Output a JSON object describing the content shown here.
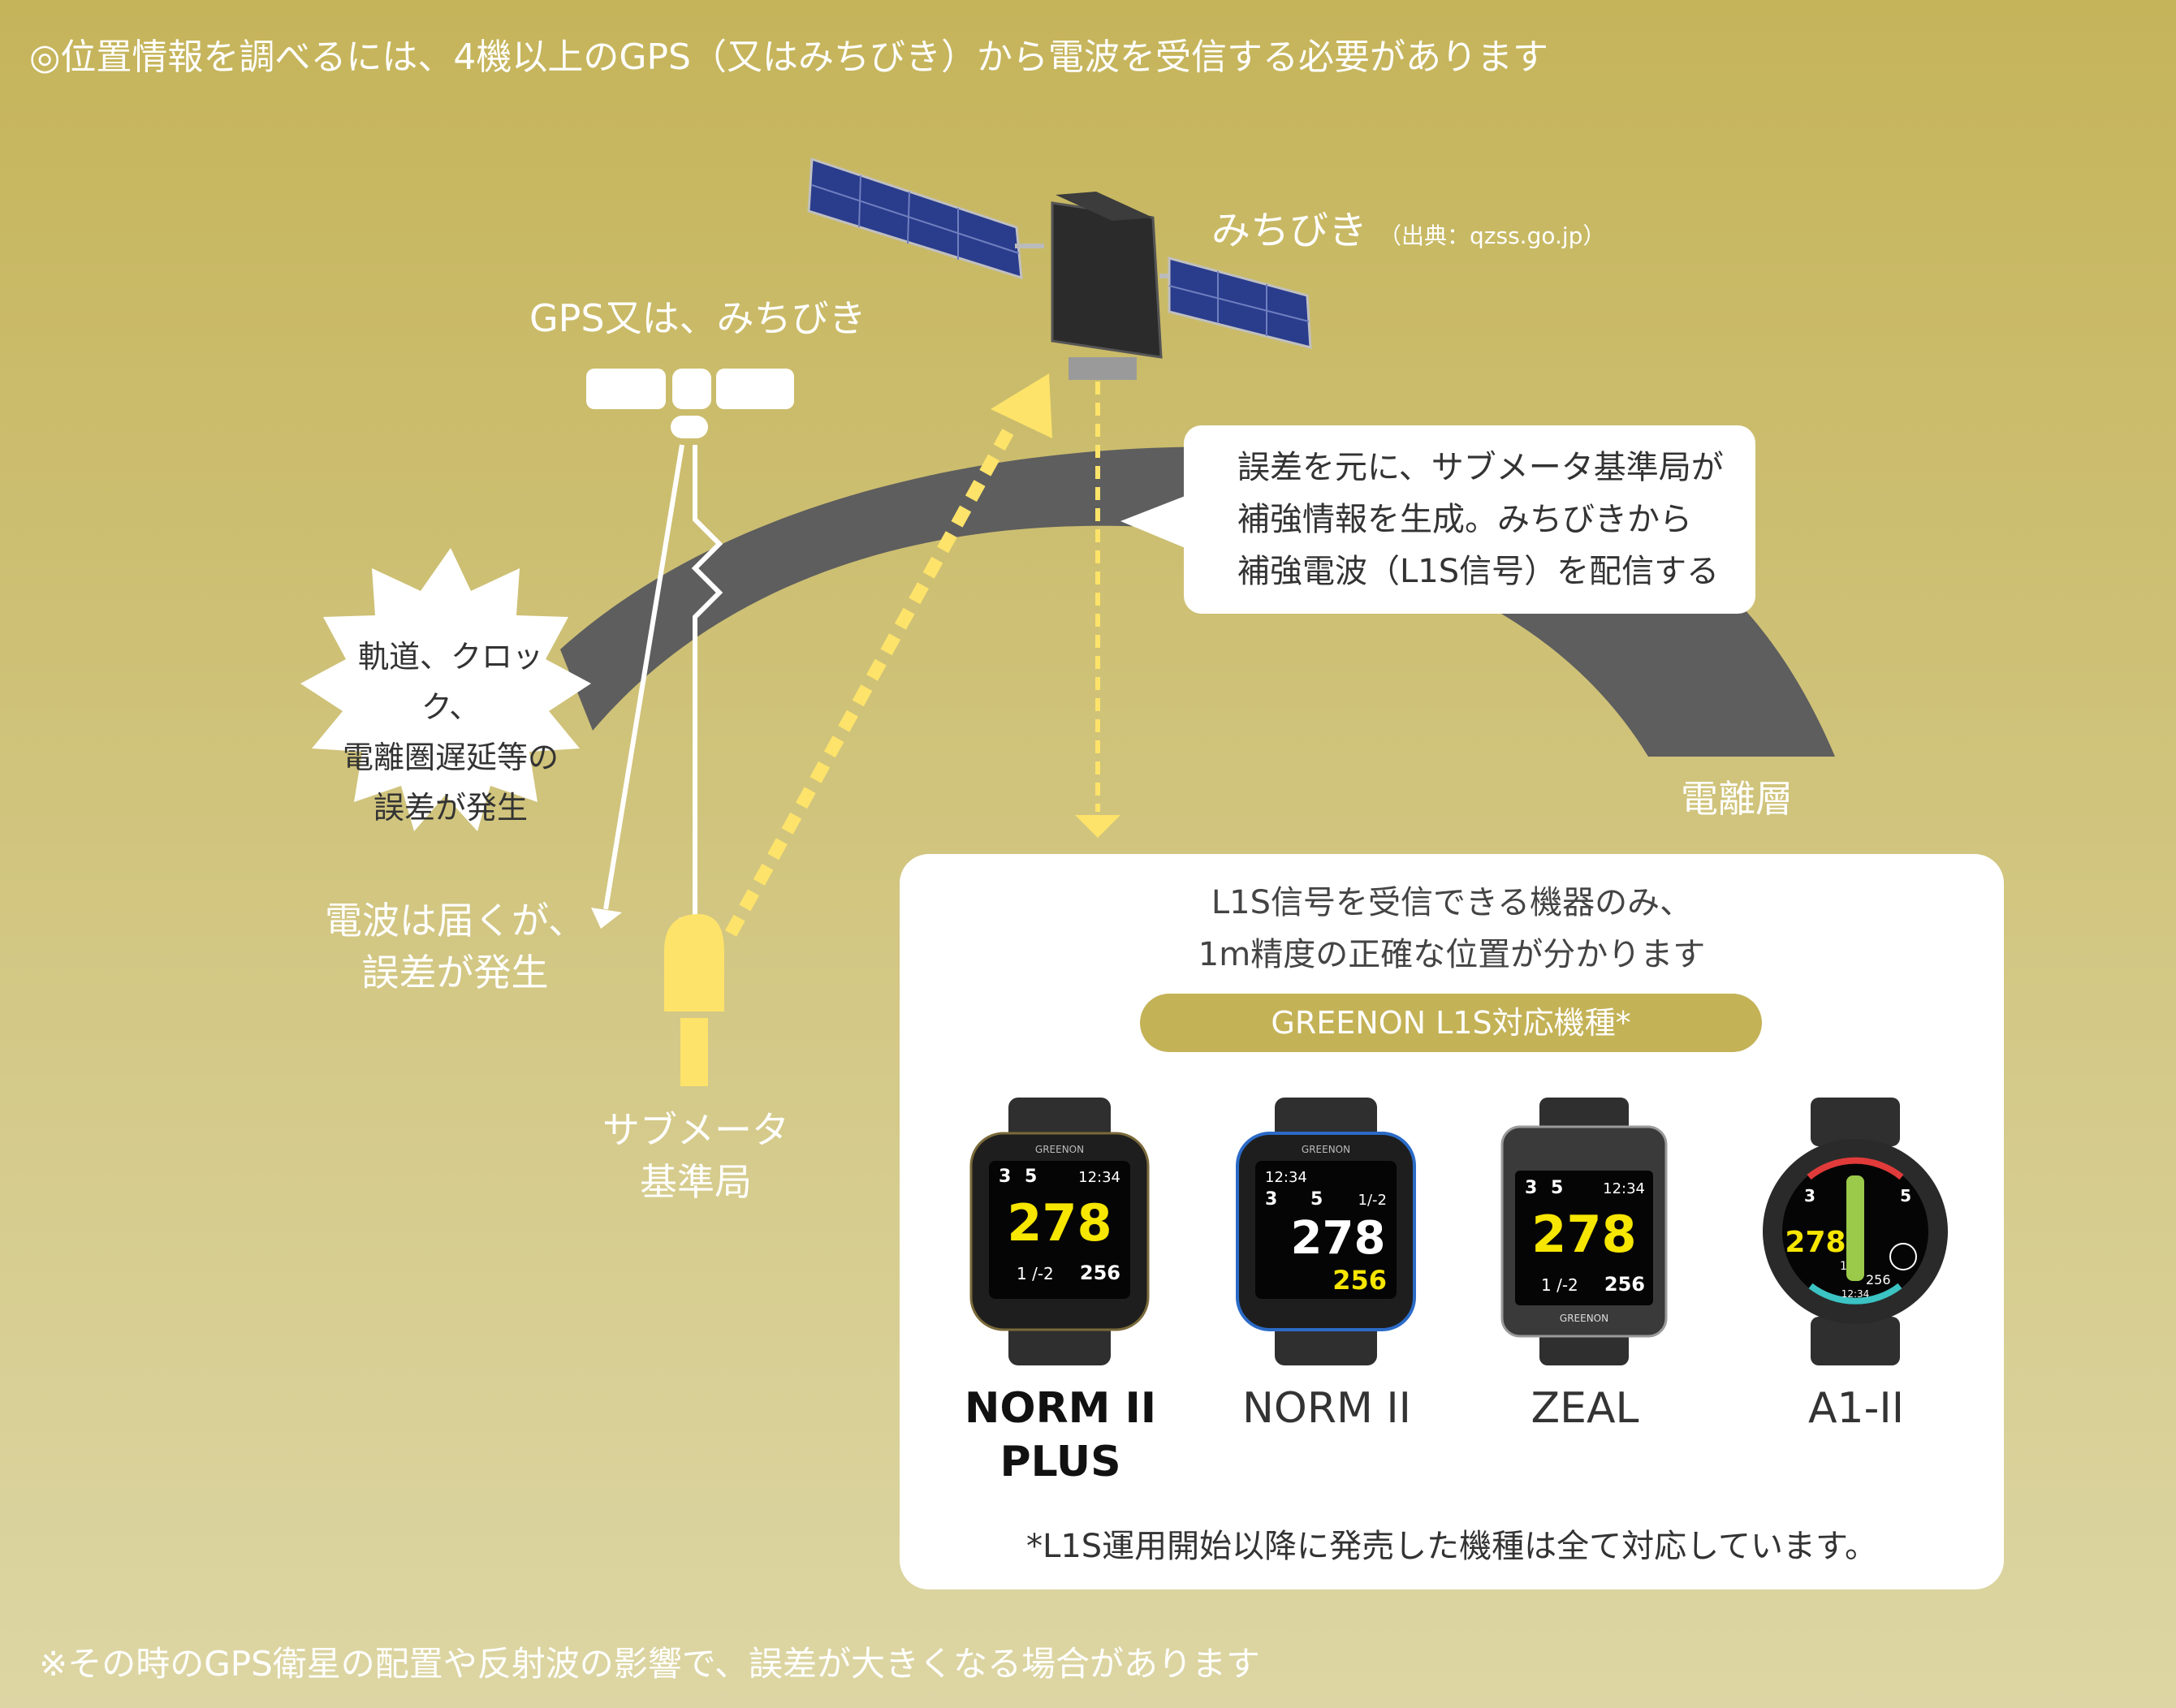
{
  "header_note": "◎位置情報を調べるには、4機以上のGPS（又はみちびき）から電波を受信する必要があります",
  "gps_label": "GPS又は、みちびき",
  "michibiki": {
    "label": "みちびき",
    "source": "（出典：qzss.go.jp）"
  },
  "ionosphere_label": "電離層",
  "error_burst": {
    "line1": "軌道、クロック、",
    "line2": "電離圏遅延等の",
    "line3": "誤差が発生"
  },
  "arrive": {
    "line1": "電波は届くが、",
    "line2": "誤差が発生"
  },
  "station": {
    "line1": "サブメータ",
    "line2": "基準局"
  },
  "bubble": {
    "line1": "誤差を元に、サブメータ基準局が",
    "line2": "補強情報を生成。みちびきから",
    "line3": "補強電波（L1S信号）を配信する"
  },
  "panel": {
    "lead1": "L1S信号を受信できる機器のみ、",
    "lead2": "1m精度の正確な位置が分かります",
    "pill": "GREENON L1S対応機種*",
    "footnote": "*L1S運用開始以降に発売した機種は全て対応しています。",
    "models": [
      {
        "line1": "NORM II",
        "line2": "PLUS",
        "screen": {
          "h": "3",
          "p": "5",
          "time": "12:34",
          "distance": "278",
          "lie": "1 /-2",
          "sub": "256"
        }
      },
      {
        "line1": "NORM II",
        "screen": {
          "h": "3",
          "p": "5",
          "time": "12:34",
          "distance": "278",
          "lie": "1/-2",
          "sub": "256"
        }
      },
      {
        "line1": "ZEAL",
        "screen": {
          "h": "3",
          "p": "5",
          "time": "12:34",
          "distance": "278",
          "lie": "1 /-2",
          "sub": "256"
        }
      },
      {
        "line1": "A1-II",
        "screen": {
          "h": "3",
          "p": "5",
          "time": "12:34",
          "distance": "278",
          "lie": "1",
          "sub": "256"
        }
      }
    ],
    "brand": "GREENON"
  },
  "footer_note": "※その時のGPS衛星の配置や反射波の影響で、誤差が大きくなる場合があります",
  "colors": {
    "bg_top": "#c5b45a",
    "bg_bottom": "#ddd6a4",
    "ionosphere": "#5e5e5e",
    "yellow": "#fde36a",
    "pill": "#c4b257"
  }
}
